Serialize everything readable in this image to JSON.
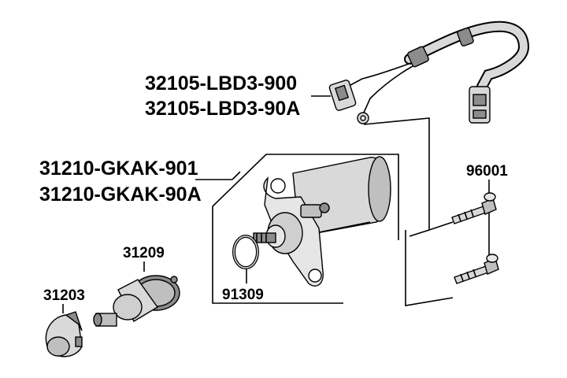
{
  "diagram": {
    "labels": {
      "harness_a": "32105-LBD3-900",
      "harness_b": "32105-LBD3-90A",
      "motor_a": "31210-GKAK-901",
      "motor_b": "31210-GKAK-90A",
      "bolt": "96001",
      "drive": "31209",
      "cap": "31203",
      "oring": "91309"
    },
    "colors": {
      "line": "#000000",
      "part_fill": "#d9d9d9",
      "part_dark": "#8c8c8c",
      "background": "#ffffff"
    }
  }
}
